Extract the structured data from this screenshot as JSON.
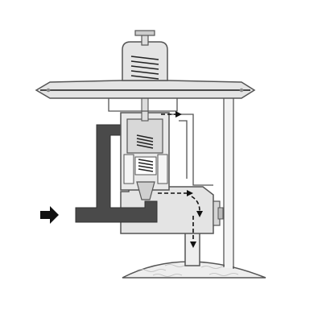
{
  "diagram": {
    "labels": [],
    "colors": {
      "background": "#ffffff",
      "outline": "#555555",
      "housing_fill": "#e4e4e4",
      "dark_passage": "#4a4a4a",
      "fluid": "#eeeeee",
      "arrow": "#111111"
    },
    "parts": [
      "adjustment-screw",
      "spring-bonnet",
      "adjustment-spring",
      "diaphragm-housing",
      "diaphragm",
      "valve-stem",
      "pilot-body",
      "pilot-spring",
      "main-valve-body",
      "inlet-passage",
      "outlet-passage",
      "side-fitting",
      "sensing-line",
      "downstream-pipe"
    ],
    "flow_direction_icon": "arrow-right-icon",
    "flow_path_icon": "flow-arrows-icon"
  }
}
